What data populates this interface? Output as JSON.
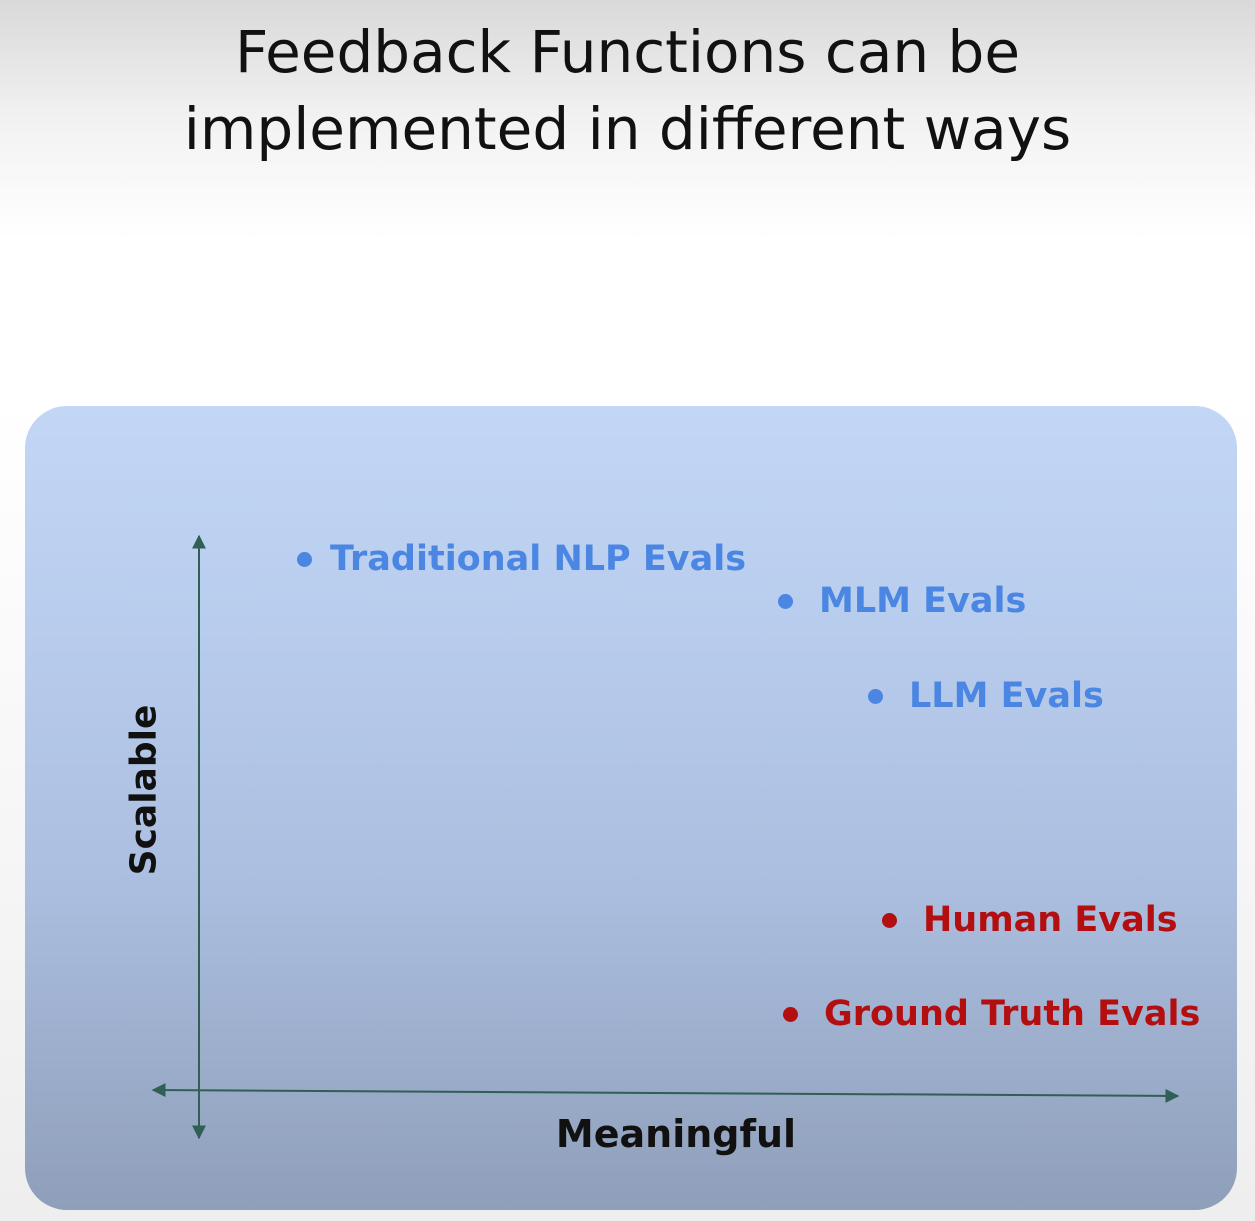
{
  "title": {
    "line1": "Feedback Functions can be",
    "line2": "implemented in different ways"
  },
  "axes": {
    "y_label": "Scalable",
    "x_label": "Meaningful",
    "axis_color": "#2f5f55"
  },
  "items": [
    {
      "label": "Traditional NLP Evals",
      "color": "#4b86e2"
    },
    {
      "label": "MLM Evals",
      "color": "#4b86e2"
    },
    {
      "label": "LLM Evals",
      "color": "#4b86e2"
    },
    {
      "label": "Human Evals",
      "color": "#b30f10"
    },
    {
      "label": "Ground Truth Evals",
      "color": "#b30f10"
    }
  ]
}
